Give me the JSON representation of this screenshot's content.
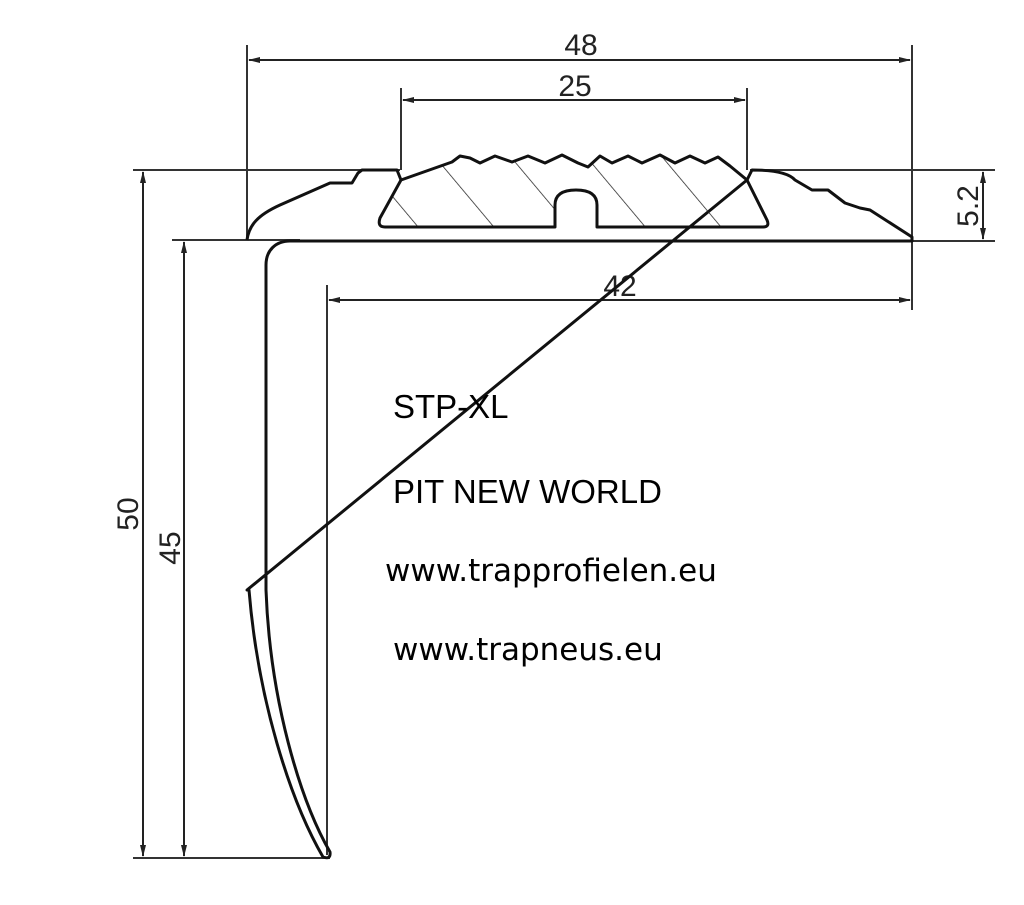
{
  "drawing": {
    "title": "Stair nosing profile cross-section",
    "line_color": "#111111",
    "dim_line_color": "#333333",
    "background": "#ffffff"
  },
  "dimensions": {
    "overall_width": "48",
    "insert_width": "25",
    "inner_width": "42",
    "height_total": "50",
    "height_inner": "45",
    "tread_thickness": "5.2"
  },
  "labels": {
    "model": "STP-XL",
    "brand": "PIT NEW WORLD",
    "website_1": "www.trapprofielen.eu",
    "website_2": "www.trapneus.eu"
  }
}
